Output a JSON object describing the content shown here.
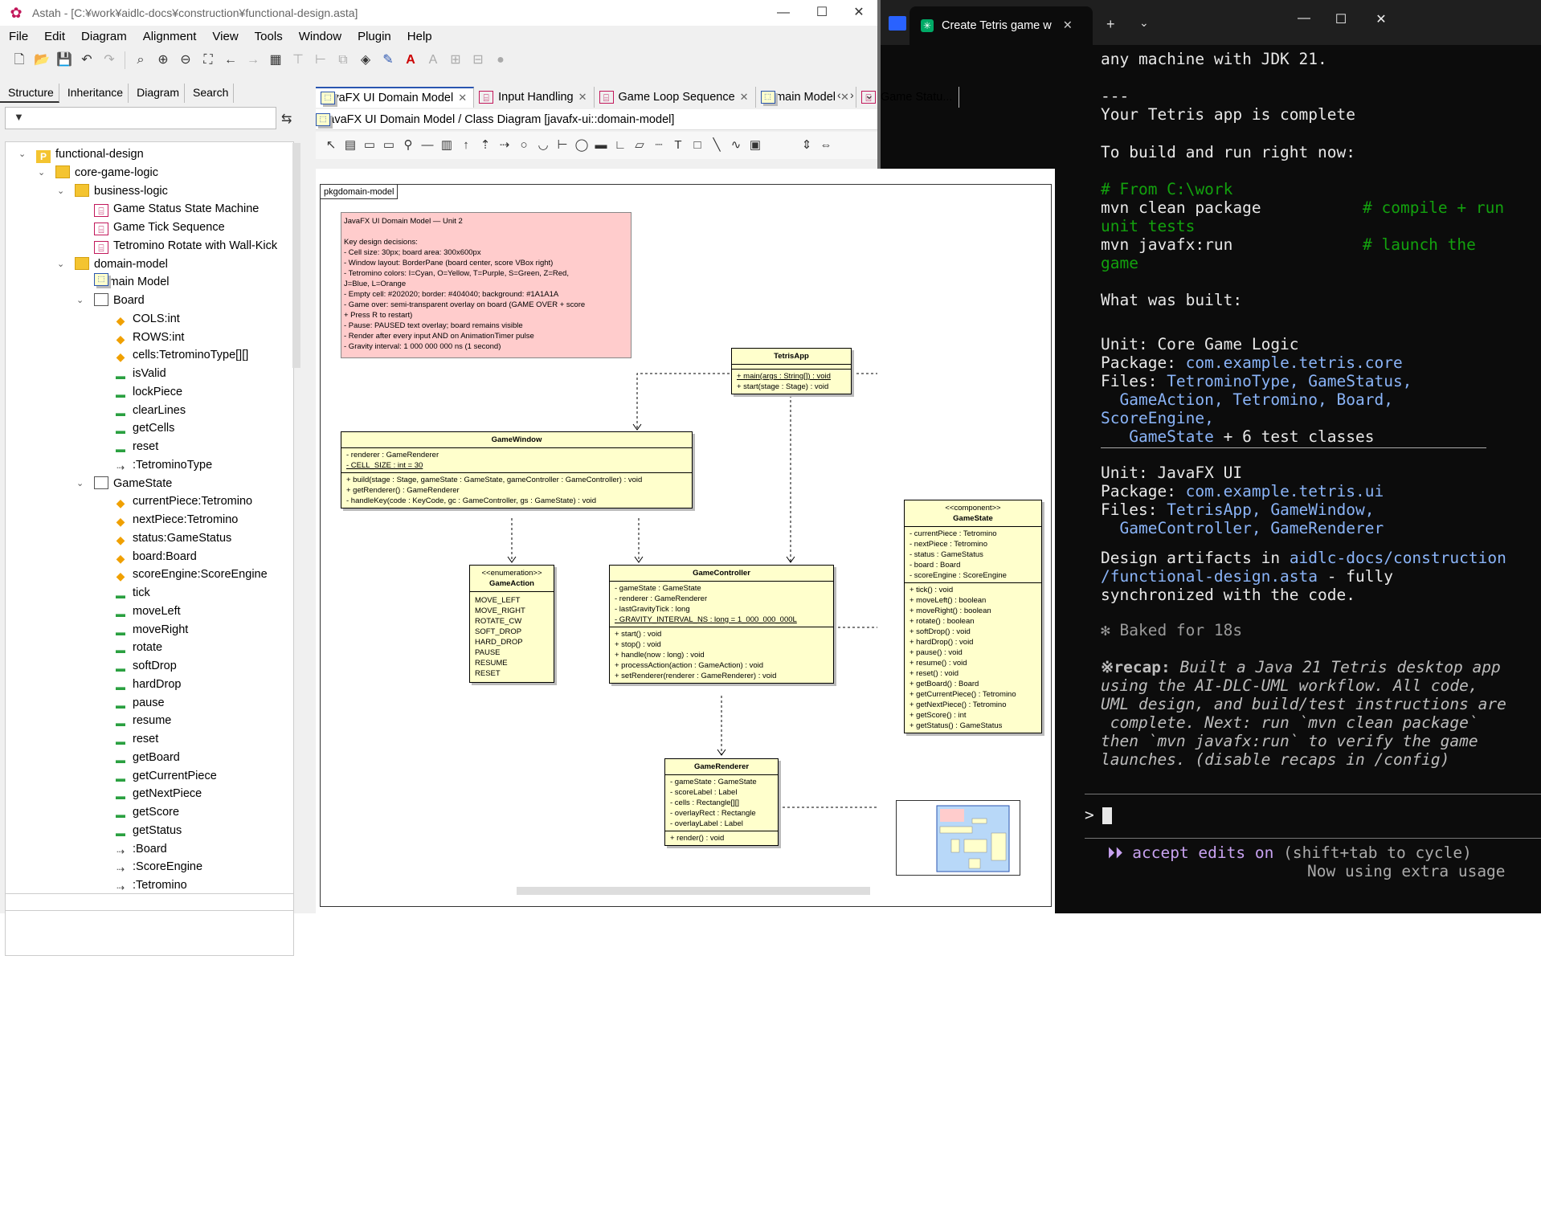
{
  "astah": {
    "title": "Astah - [C:¥work¥aidlc-docs¥construction¥functional-design.asta]",
    "menu": [
      "File",
      "Edit",
      "Diagram",
      "Alignment",
      "View",
      "Tools",
      "Window",
      "Plugin",
      "Help"
    ],
    "left_tabs": [
      "Structure",
      "Inheritance",
      "Diagram",
      "Search"
    ],
    "tree": [
      {
        "label": "functional-design",
        "icon": "proj",
        "depth": 0,
        "tog": "⌄"
      },
      {
        "label": "core-game-logic",
        "icon": "pkg",
        "depth": 1,
        "tog": "⌄"
      },
      {
        "label": "business-logic",
        "icon": "pkg",
        "depth": 2,
        "tog": "⌄"
      },
      {
        "label": "Game Status State Machine",
        "icon": "diag",
        "depth": 3
      },
      {
        "label": "Game Tick Sequence",
        "icon": "diag",
        "depth": 3
      },
      {
        "label": "Tetromino Rotate with Wall-Kick",
        "icon": "diag",
        "depth": 3
      },
      {
        "label": "domain-model",
        "icon": "pkg",
        "depth": 2,
        "tog": "⌄"
      },
      {
        "label": "Domain Model",
        "icon": "cls",
        "depth": 3
      },
      {
        "label": "Board",
        "icon": "box",
        "depth": 3,
        "tog": "⌄"
      },
      {
        "label": "COLS:int",
        "icon": "attr",
        "depth": 4
      },
      {
        "label": "ROWS:int",
        "icon": "attr",
        "depth": 4
      },
      {
        "label": "cells:TetrominoType[][]",
        "icon": "attr",
        "depth": 4
      },
      {
        "label": "isValid",
        "icon": "op",
        "depth": 4
      },
      {
        "label": "lockPiece",
        "icon": "op",
        "depth": 4
      },
      {
        "label": "clearLines",
        "icon": "op",
        "depth": 4
      },
      {
        "label": "getCells",
        "icon": "op",
        "depth": 4
      },
      {
        "label": "reset",
        "icon": "op",
        "depth": 4
      },
      {
        "label": ":TetrominoType",
        "icon": "assoc",
        "depth": 4
      },
      {
        "label": "GameState",
        "icon": "box",
        "depth": 3,
        "tog": "⌄"
      },
      {
        "label": "currentPiece:Tetromino",
        "icon": "attr",
        "depth": 4
      },
      {
        "label": "nextPiece:Tetromino",
        "icon": "attr",
        "depth": 4
      },
      {
        "label": "status:GameStatus",
        "icon": "attr",
        "depth": 4
      },
      {
        "label": "board:Board",
        "icon": "attr",
        "depth": 4
      },
      {
        "label": "scoreEngine:ScoreEngine",
        "icon": "attr",
        "depth": 4
      },
      {
        "label": "tick",
        "icon": "op",
        "depth": 4
      },
      {
        "label": "moveLeft",
        "icon": "op",
        "depth": 4
      },
      {
        "label": "moveRight",
        "icon": "op",
        "depth": 4
      },
      {
        "label": "rotate",
        "icon": "op",
        "depth": 4
      },
      {
        "label": "softDrop",
        "icon": "op",
        "depth": 4
      },
      {
        "label": "hardDrop",
        "icon": "op",
        "depth": 4
      },
      {
        "label": "pause",
        "icon": "op",
        "depth": 4
      },
      {
        "label": "resume",
        "icon": "op",
        "depth": 4
      },
      {
        "label": "reset",
        "icon": "op",
        "depth": 4
      },
      {
        "label": "getBoard",
        "icon": "op",
        "depth": 4
      },
      {
        "label": "getCurrentPiece",
        "icon": "op",
        "depth": 4
      },
      {
        "label": "getNextPiece",
        "icon": "op",
        "depth": 4
      },
      {
        "label": "getScore",
        "icon": "op",
        "depth": 4
      },
      {
        "label": "getStatus",
        "icon": "op",
        "depth": 4
      },
      {
        "label": ":Board",
        "icon": "assoc",
        "depth": 4
      },
      {
        "label": ":ScoreEngine",
        "icon": "assoc",
        "depth": 4
      },
      {
        "label": ":Tetromino",
        "icon": "assoc",
        "depth": 4
      }
    ],
    "doc_tabs": [
      "JavaFX UI Domain Model",
      "Input Handling",
      "Game Loop Sequence",
      "Domain Model",
      "Game Statu..."
    ],
    "diagram_title": "JavaFX UI Domain Model / Class Diagram [javafx-ui::domain-model]",
    "frame_label": "pkgdomain-model",
    "note": [
      "JavaFX UI Domain Model — Unit 2",
      "",
      "Key design decisions:",
      "- Cell size: 30px; board area: 300x600px",
      "- Window layout: BorderPane (board center, score VBox right)",
      "- Tetromino colors: I=Cyan, O=Yellow, T=Purple, S=Green, Z=Red,",
      "J=Blue, L=Orange",
      "- Empty cell: #202020; border: #404040; background: #1A1A1A",
      "- Game over: semi-transparent overlay on board (GAME OVER + score",
      "+ Press R to restart)",
      "- Pause: PAUSED text overlay; board remains visible",
      "- Render after every input AND on AnimationTimer pulse",
      "- Gravity interval: 1 000 000 000 ns (1 second)"
    ],
    "classes": {
      "tetrisapp": {
        "name": "TetrisApp",
        "ops": [
          "+ main(args : String[]) : void",
          "+ start(stage : Stage) : void"
        ]
      },
      "gamewindow": {
        "name": "GameWindow",
        "attrs": [
          "- renderer : GameRenderer",
          "- CELL_SIZE : int = 30"
        ],
        "ops": [
          "+ build(stage : Stage, gameState : GameState, gameController : GameController) : void",
          "+ getRenderer() : GameRenderer",
          "- handleKey(code : KeyCode, gc : GameController, gs : GameState) : void"
        ]
      },
      "gameaction": {
        "stereo": "<<enumeration>>",
        "name": "GameAction",
        "vals": [
          "MOVE_LEFT",
          "MOVE_RIGHT",
          "ROTATE_CW",
          "SOFT_DROP",
          "HARD_DROP",
          "PAUSE",
          "RESUME",
          "RESET"
        ]
      },
      "gamecontroller": {
        "name": "GameController",
        "attrs": [
          "- gameState : GameState",
          "- renderer : GameRenderer",
          "- lastGravityTick : long",
          "- GRAVITY_INTERVAL_NS : long = 1_000_000_000L"
        ],
        "ops": [
          "+ start() : void",
          "+ stop() : void",
          "+ handle(now : long) : void",
          "+ processAction(action : GameAction) : void",
          "+ setRenderer(renderer : GameRenderer) : void"
        ]
      },
      "gamestate": {
        "stereo": "<<component>>",
        "name": "GameState",
        "attrs": [
          "- currentPiece : Tetromino",
          "- nextPiece : Tetromino",
          "- status : GameStatus",
          "- board : Board",
          "- scoreEngine : ScoreEngine"
        ],
        "ops": [
          "+ tick() : void",
          "+ moveLeft() : boolean",
          "+ moveRight() : boolean",
          "+ rotate() : boolean",
          "+ softDrop() : void",
          "+ hardDrop() : void",
          "+ pause() : void",
          "+ resume() : void",
          "+ reset() : void",
          "+ getBoard() : Board",
          "+ getCurrentPiece() : Tetromino",
          "+ getNextPiece() : Tetromino",
          "+ getScore() : int",
          "+ getStatus() : GameStatus"
        ]
      },
      "gamerenderer": {
        "name": "GameRenderer",
        "attrs": [
          "- gameState : GameState",
          "- scoreLabel : Label",
          "- cells : Rectangle[][]",
          "- overlayRect : Rectangle",
          "- overlayLabel : Label"
        ],
        "ops": [
          "+ render() : void"
        ]
      }
    }
  },
  "terminal": {
    "tab_title": "Create Tetris game w",
    "lines": [
      {
        "t": "any machine with JDK 21.",
        "c": ""
      },
      {
        "t": "",
        "c": ""
      },
      {
        "t": "---",
        "c": ""
      },
      {
        "t": "Your Tetris app is complete",
        "c": ""
      },
      {
        "t": "",
        "c": ""
      },
      {
        "t": "To build and run right now:",
        "c": ""
      },
      {
        "t": "",
        "c": ""
      },
      {
        "t": "# From C:\\work",
        "c": "g"
      },
      {
        "t": "mvn clean package",
        "c": "",
        "r": "# compile + run",
        "rc": "g"
      },
      {
        "t": "unit tests",
        "c": "g"
      },
      {
        "t": "mvn javafx:run",
        "c": "",
        "r": "# launch the",
        "rc": "g"
      },
      {
        "t": "game",
        "c": "g"
      },
      {
        "t": "",
        "c": ""
      },
      {
        "t": "What was built:",
        "c": ""
      }
    ],
    "unit1": {
      "unit": "Unit: Core Game Logic",
      "pkg_label": "Package: ",
      "pkg": "com.example.tetris.core",
      "files_label": "Files: ",
      "f1": "TetrominoType, GameStatus,",
      "f2": "  GameAction, Tetromino, Board,",
      "f3": "ScoreEngine,",
      "f4": "   GameState",
      "f4b": " + 6 test classes"
    },
    "unit2": {
      "unit": "Unit: JavaFX UI",
      "pkg_label": "Package: ",
      "pkg": "com.example.tetris.ui",
      "files_label": "Files: ",
      "f1": "TetrisApp, GameWindow,",
      "f2": "  GameController, GameRenderer"
    },
    "design": {
      "a": "Design artifacts in ",
      "b": "aidlc-docs/construction",
      "c": "/functional-design.asta",
      "d": " - fully",
      "e": "synchronized with the code."
    },
    "baked": "✻ Baked for 18s",
    "recap_label": "※recap:",
    "recap": [
      " Built a Java 21 Tetris desktop app",
      "using the AI-DLC-UML workflow. All code,",
      "UML design, and build/test instructions are",
      " complete. Next: run `mvn clean package`",
      "then `mvn javafx:run` to verify the game",
      "launches. (disable recaps in /config)"
    ],
    "prompt": ">",
    "mode": "⏵⏵ accept edits on",
    "mode_hint": " (shift+tab to cycle)",
    "usage": "Now using extra usage"
  }
}
